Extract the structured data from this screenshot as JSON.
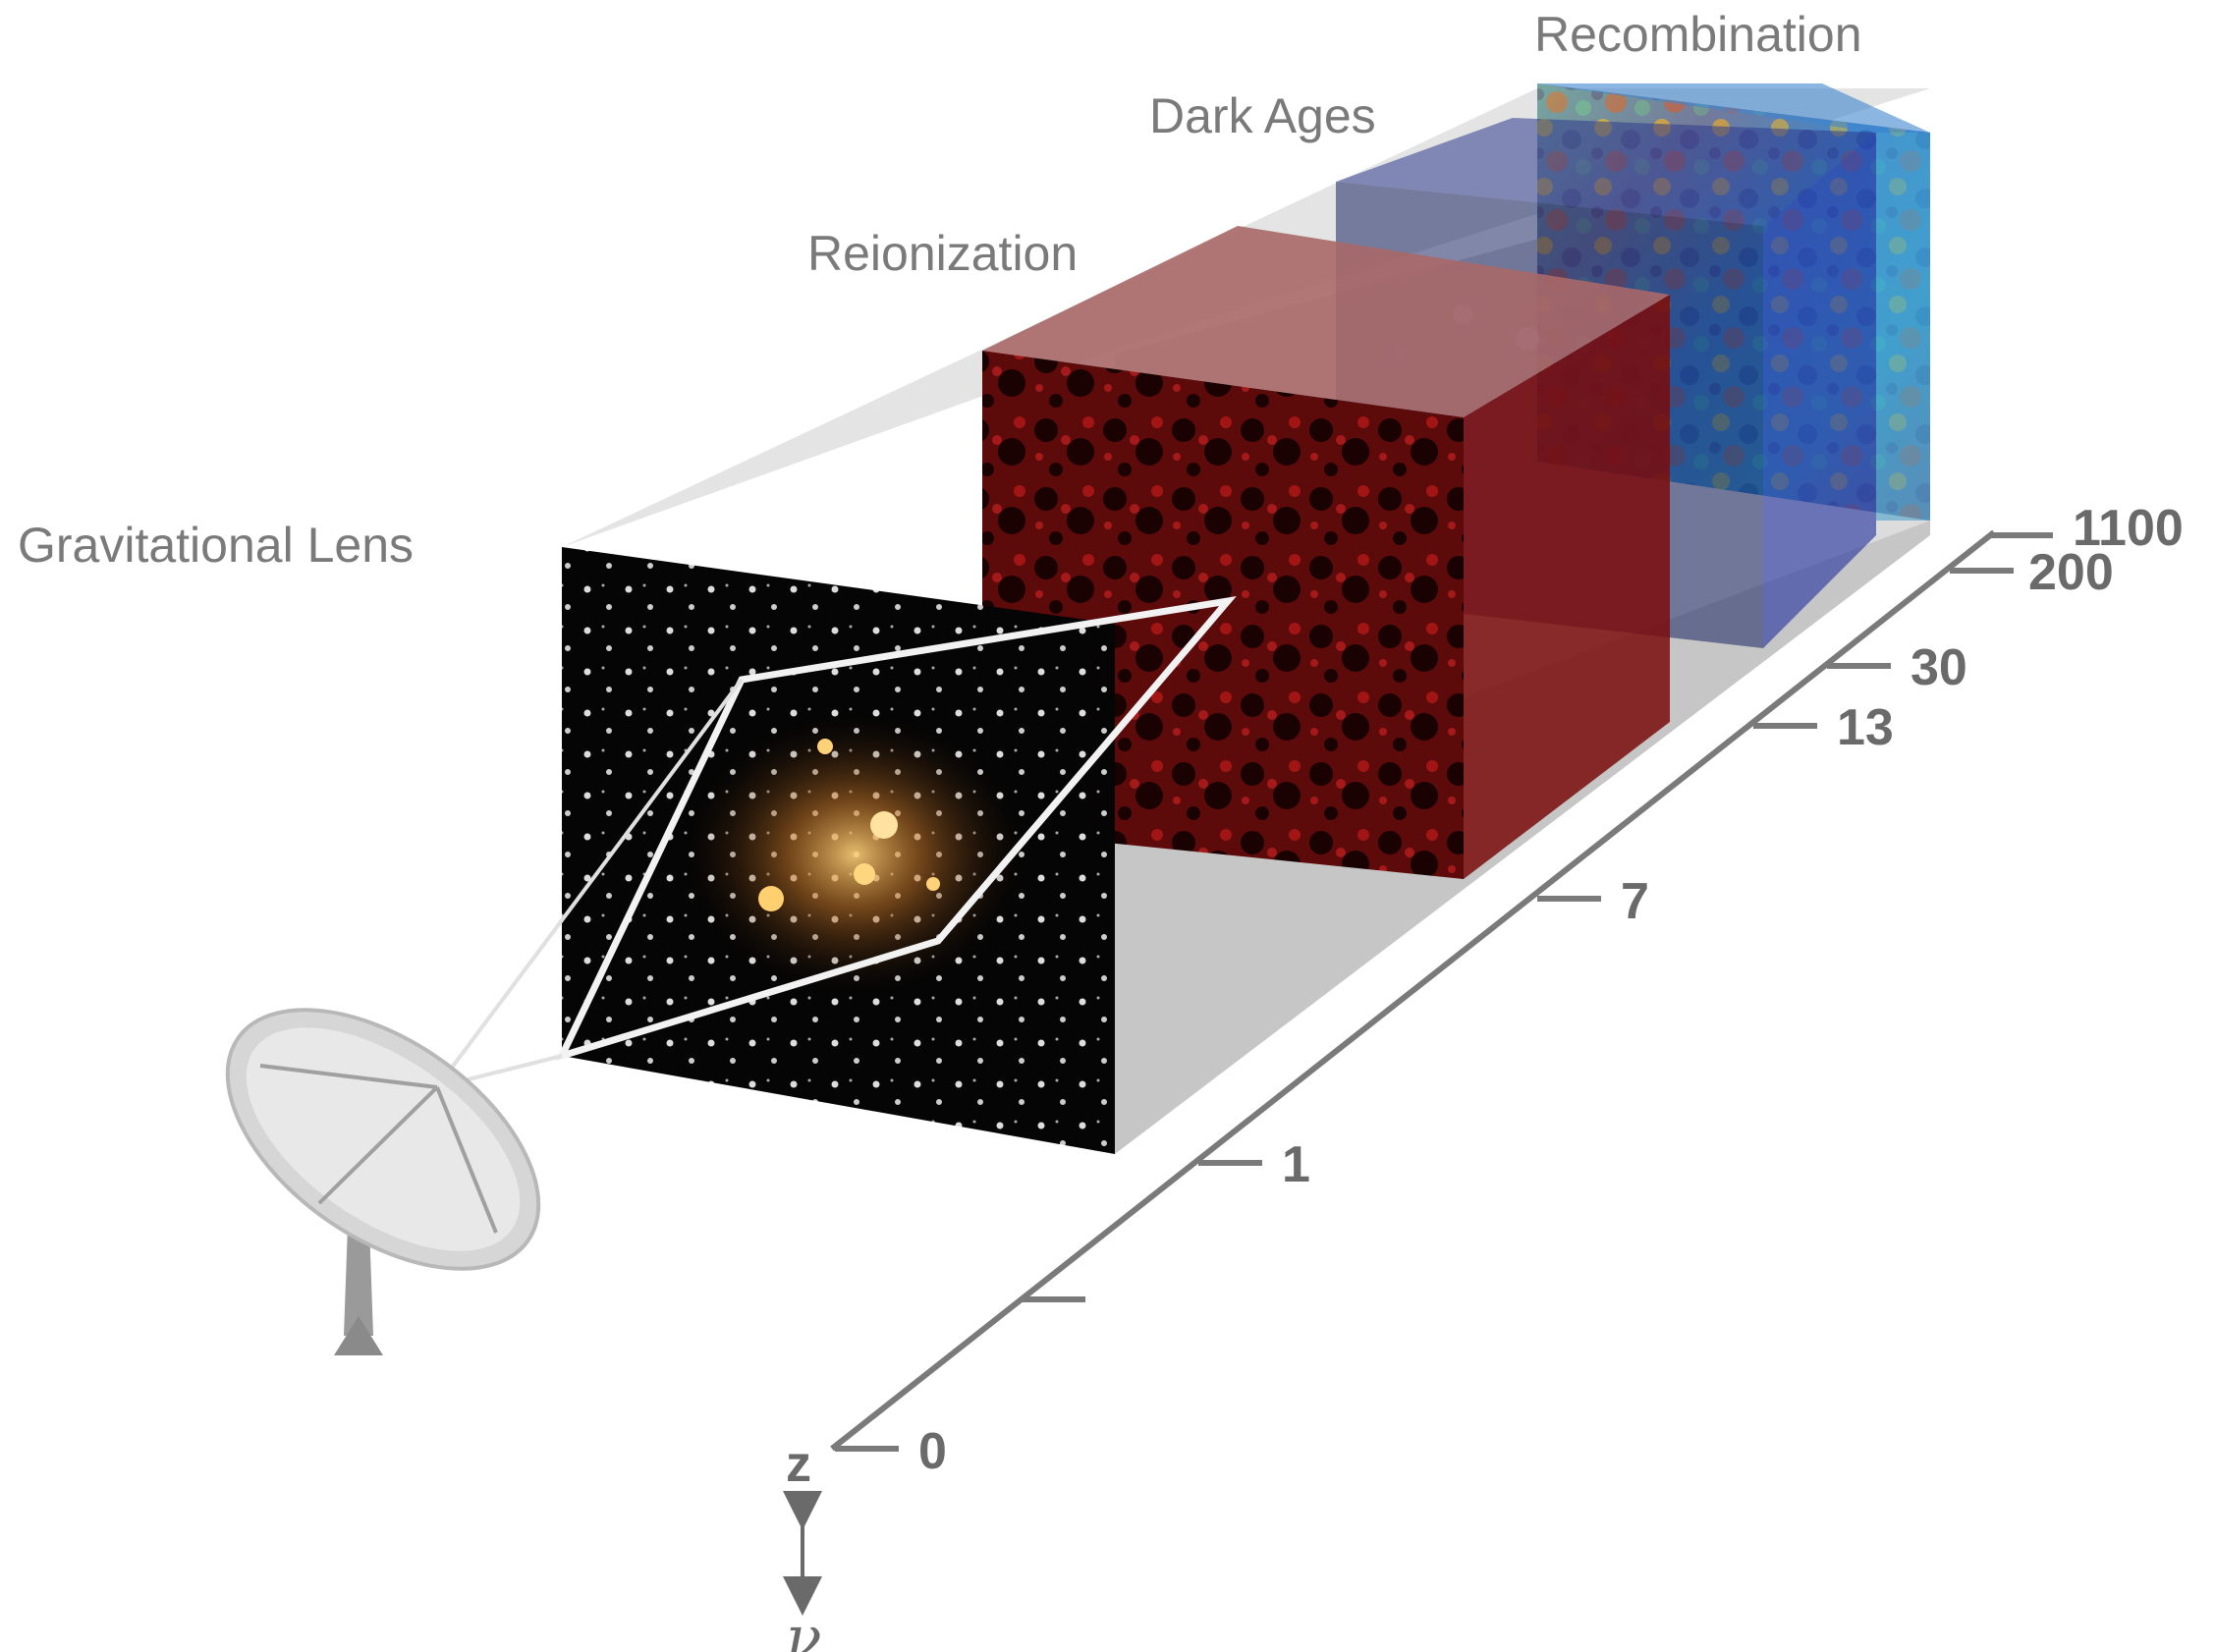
{
  "labels": {
    "recombination": "Recombination",
    "dark_ages": "Dark Ages",
    "reionization": "Reionization",
    "gravitational_lens": "Gravitational Lens"
  },
  "axis": {
    "name": "z",
    "frequency_symbol": "ν",
    "ticks": [
      "0",
      "1",
      "7",
      "13",
      "30",
      "200",
      "1100"
    ]
  },
  "colors": {
    "axis": "#7a7a7a",
    "recombination_panel": "#3b8fd0",
    "dark_ages_panel": "#2d3a8c",
    "reionization_panel": "#7a0b0b",
    "lens_panel": "#000000"
  },
  "icons": {
    "telescope": "radio-dish-icon",
    "frequency_arrow": "double-arrow-icon"
  }
}
